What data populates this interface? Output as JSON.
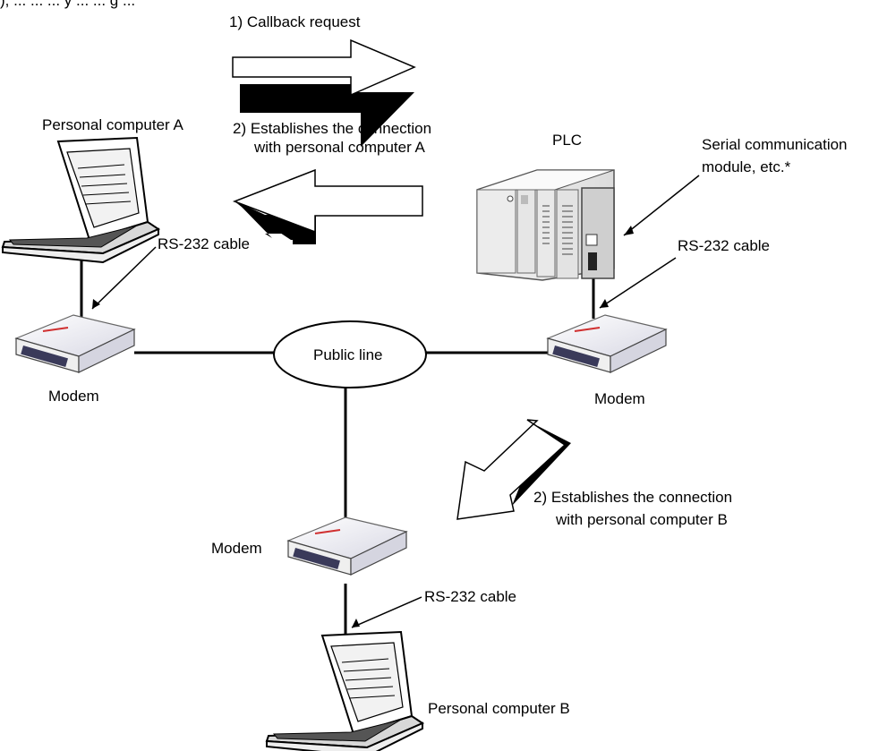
{
  "header": {
    "cut_text": "), ... ... ... y ... ... g ..."
  },
  "steps": {
    "callback": "1) Callback request",
    "establish_a_line1": "2) Establishes the connection",
    "establish_a_line2": "with personal computer A",
    "establish_b_line1": "2) Establishes the connection",
    "establish_b_line2": "with personal computer B"
  },
  "devices": {
    "pc_a": "Personal computer A",
    "pc_b": "Personal computer B",
    "plc": "PLC",
    "module_line1": "Serial communication",
    "module_line2": "module, etc.*",
    "modem_left": "Modem",
    "modem_right": "Modem",
    "modem_bottom": "Modem",
    "public_line": "Public line"
  },
  "cables": {
    "pc_a": "RS-232 cable",
    "plc": "RS-232 cable",
    "pc_b": "RS-232 cable"
  },
  "colors": {
    "line": "#000000",
    "arrow_fill": "#ffffff",
    "device_body": "#efefef",
    "modem_dark": "#3a3a5a",
    "modem_accent": "#d03030"
  }
}
